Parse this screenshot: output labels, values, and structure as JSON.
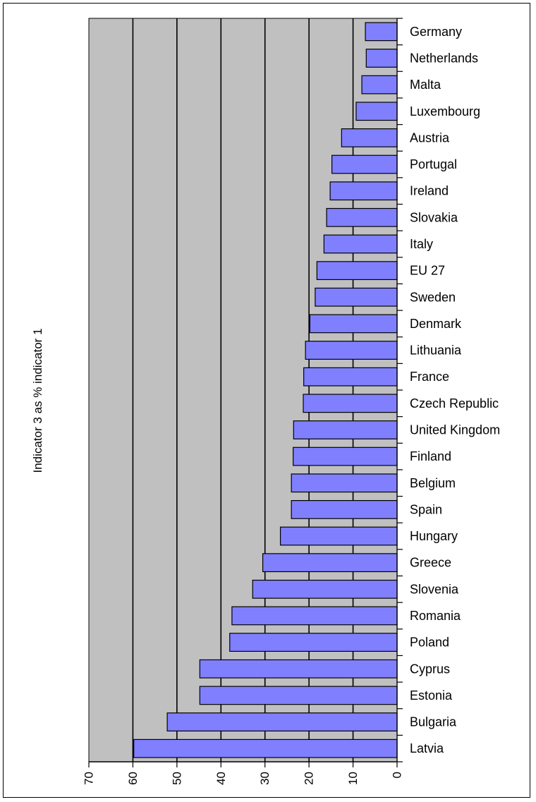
{
  "chart_data": {
    "type": "bar",
    "orientation": "horizontal",
    "x_axis_reversed": true,
    "ylabel": "Indicator 3 as % indicator 1",
    "xlim": [
      0,
      70
    ],
    "x_ticks": [
      "70",
      "60",
      "50",
      "40",
      "30",
      "20",
      "10",
      "0"
    ],
    "grid": "vertical",
    "plot_background": "#c0c0c0",
    "bar_color": "#8080ff",
    "categories": [
      "Germany",
      "Netherlands",
      "Malta",
      "Luxembourg",
      "Austria",
      "Portugal",
      "Ireland",
      "Slovakia",
      "Italy",
      "EU 27",
      "Sweden",
      "Denmark",
      "Lithuania",
      "France",
      "Czech Republic",
      "United Kingdom",
      "Finland",
      "Belgium",
      "Spain",
      "Hungary",
      "Greece",
      "Slovenia",
      "Romania",
      "Poland",
      "Cyprus",
      "Estonia",
      "Bulgaria",
      "Latvia"
    ],
    "values": [
      7.2,
      7.0,
      8.0,
      9.3,
      12.6,
      14.8,
      15.2,
      16.0,
      16.6,
      18.2,
      18.6,
      19.8,
      20.8,
      21.2,
      21.3,
      23.5,
      23.6,
      24.0,
      24.0,
      26.5,
      30.5,
      32.8,
      37.5,
      38.0,
      44.8,
      44.8,
      52.2,
      59.8
    ]
  }
}
